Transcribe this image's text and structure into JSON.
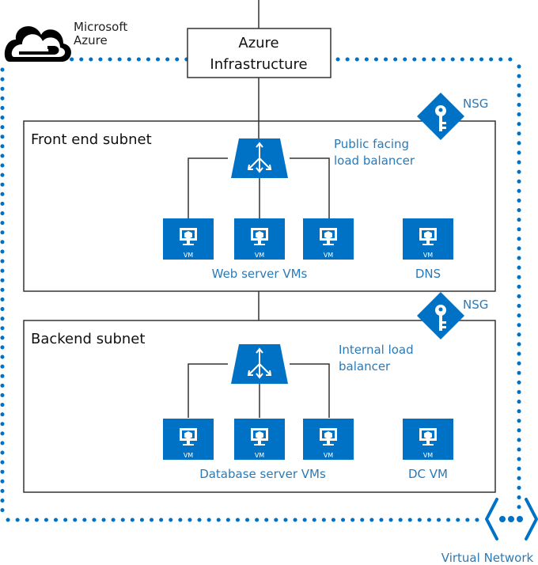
{
  "brand": {
    "line1": "Microsoft",
    "line2": "Azure",
    "logo_icon": "azure-cloud-icon"
  },
  "infrastructure": {
    "line1": "Azure",
    "line2": "Infrastructure"
  },
  "front_end": {
    "title": "Front end subnet",
    "nsg_label": "NSG",
    "lb_label_line1": "Public facing",
    "lb_label_line2": "load balancer",
    "vm_badge": "VM",
    "group_label": "Web server VMs",
    "dns_label": "DNS",
    "dns_badge": "VM"
  },
  "backend": {
    "title": "Backend subnet",
    "nsg_label": "NSG",
    "lb_label_line1": "Internal load",
    "lb_label_line2": "balancer",
    "vm_badge": "VM",
    "group_label": "Database server VMs",
    "dc_label": "DC VM",
    "dc_badge": "VM"
  },
  "virtual_network": {
    "label": "Virtual Network",
    "icon": "virtual-network-icon"
  },
  "colors": {
    "azure_blue": "#0072c6",
    "label_blue": "#2a7ab8",
    "line": "#333333"
  }
}
